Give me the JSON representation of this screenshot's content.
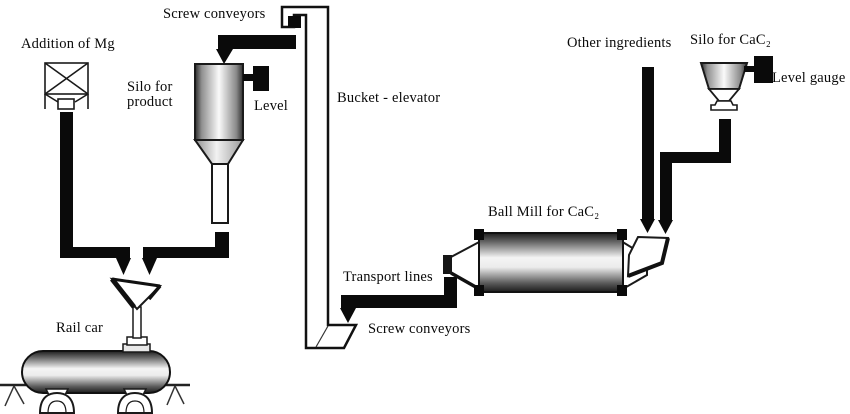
{
  "colors": {
    "ink": "#0a0a0a",
    "paper": "#ffffff",
    "shade_dark": "#1e1e1e",
    "shade_light": "#f4f4f4"
  },
  "labels": {
    "screw_conveyors_top": "Screw conveyors",
    "addition_of_mg": "Addition of Mg",
    "silo_for_product": "Silo for product",
    "level": "Level",
    "bucket_elevator": "Bucket - elevator",
    "other_ingredients": "Other ingredients",
    "silo_for_cac2": "Silo for CaC₂",
    "level_gauge": "Level gauge",
    "ball_mill_for_cac2": "Ball Mill for CaC₂",
    "transport_lines": "Transport lines",
    "screw_conveyors_bottom": "Screw conveyors",
    "rail_car": "Rail car"
  }
}
